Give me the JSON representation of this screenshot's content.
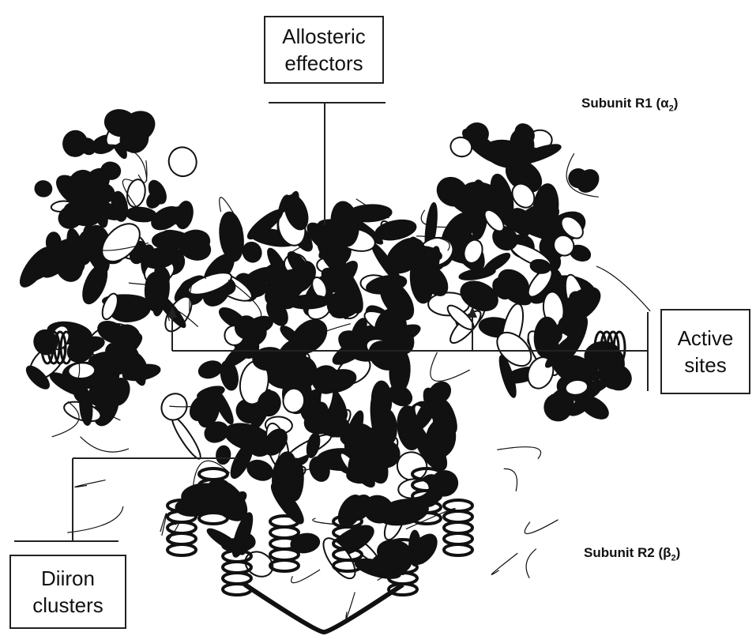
{
  "callouts": {
    "allosteric": {
      "line1": "Allosteric",
      "line2": "effectors"
    },
    "active": {
      "line1": "Active",
      "line2": "sites"
    },
    "diiron": {
      "line1": "Diiron",
      "line2": "clusters"
    }
  },
  "subunits": {
    "r1": {
      "prefix": "Subunit R1 (α",
      "sub": "2",
      "suffix": ")"
    },
    "r2": {
      "prefix": "Subunit R2 (β",
      "sub": "2",
      "suffix": ")"
    }
  },
  "colors": {
    "ribbon": "#111111",
    "line": "#222222",
    "background": "#ffffff"
  },
  "icons": {
    "structure": "protein-ribbon-structure"
  }
}
